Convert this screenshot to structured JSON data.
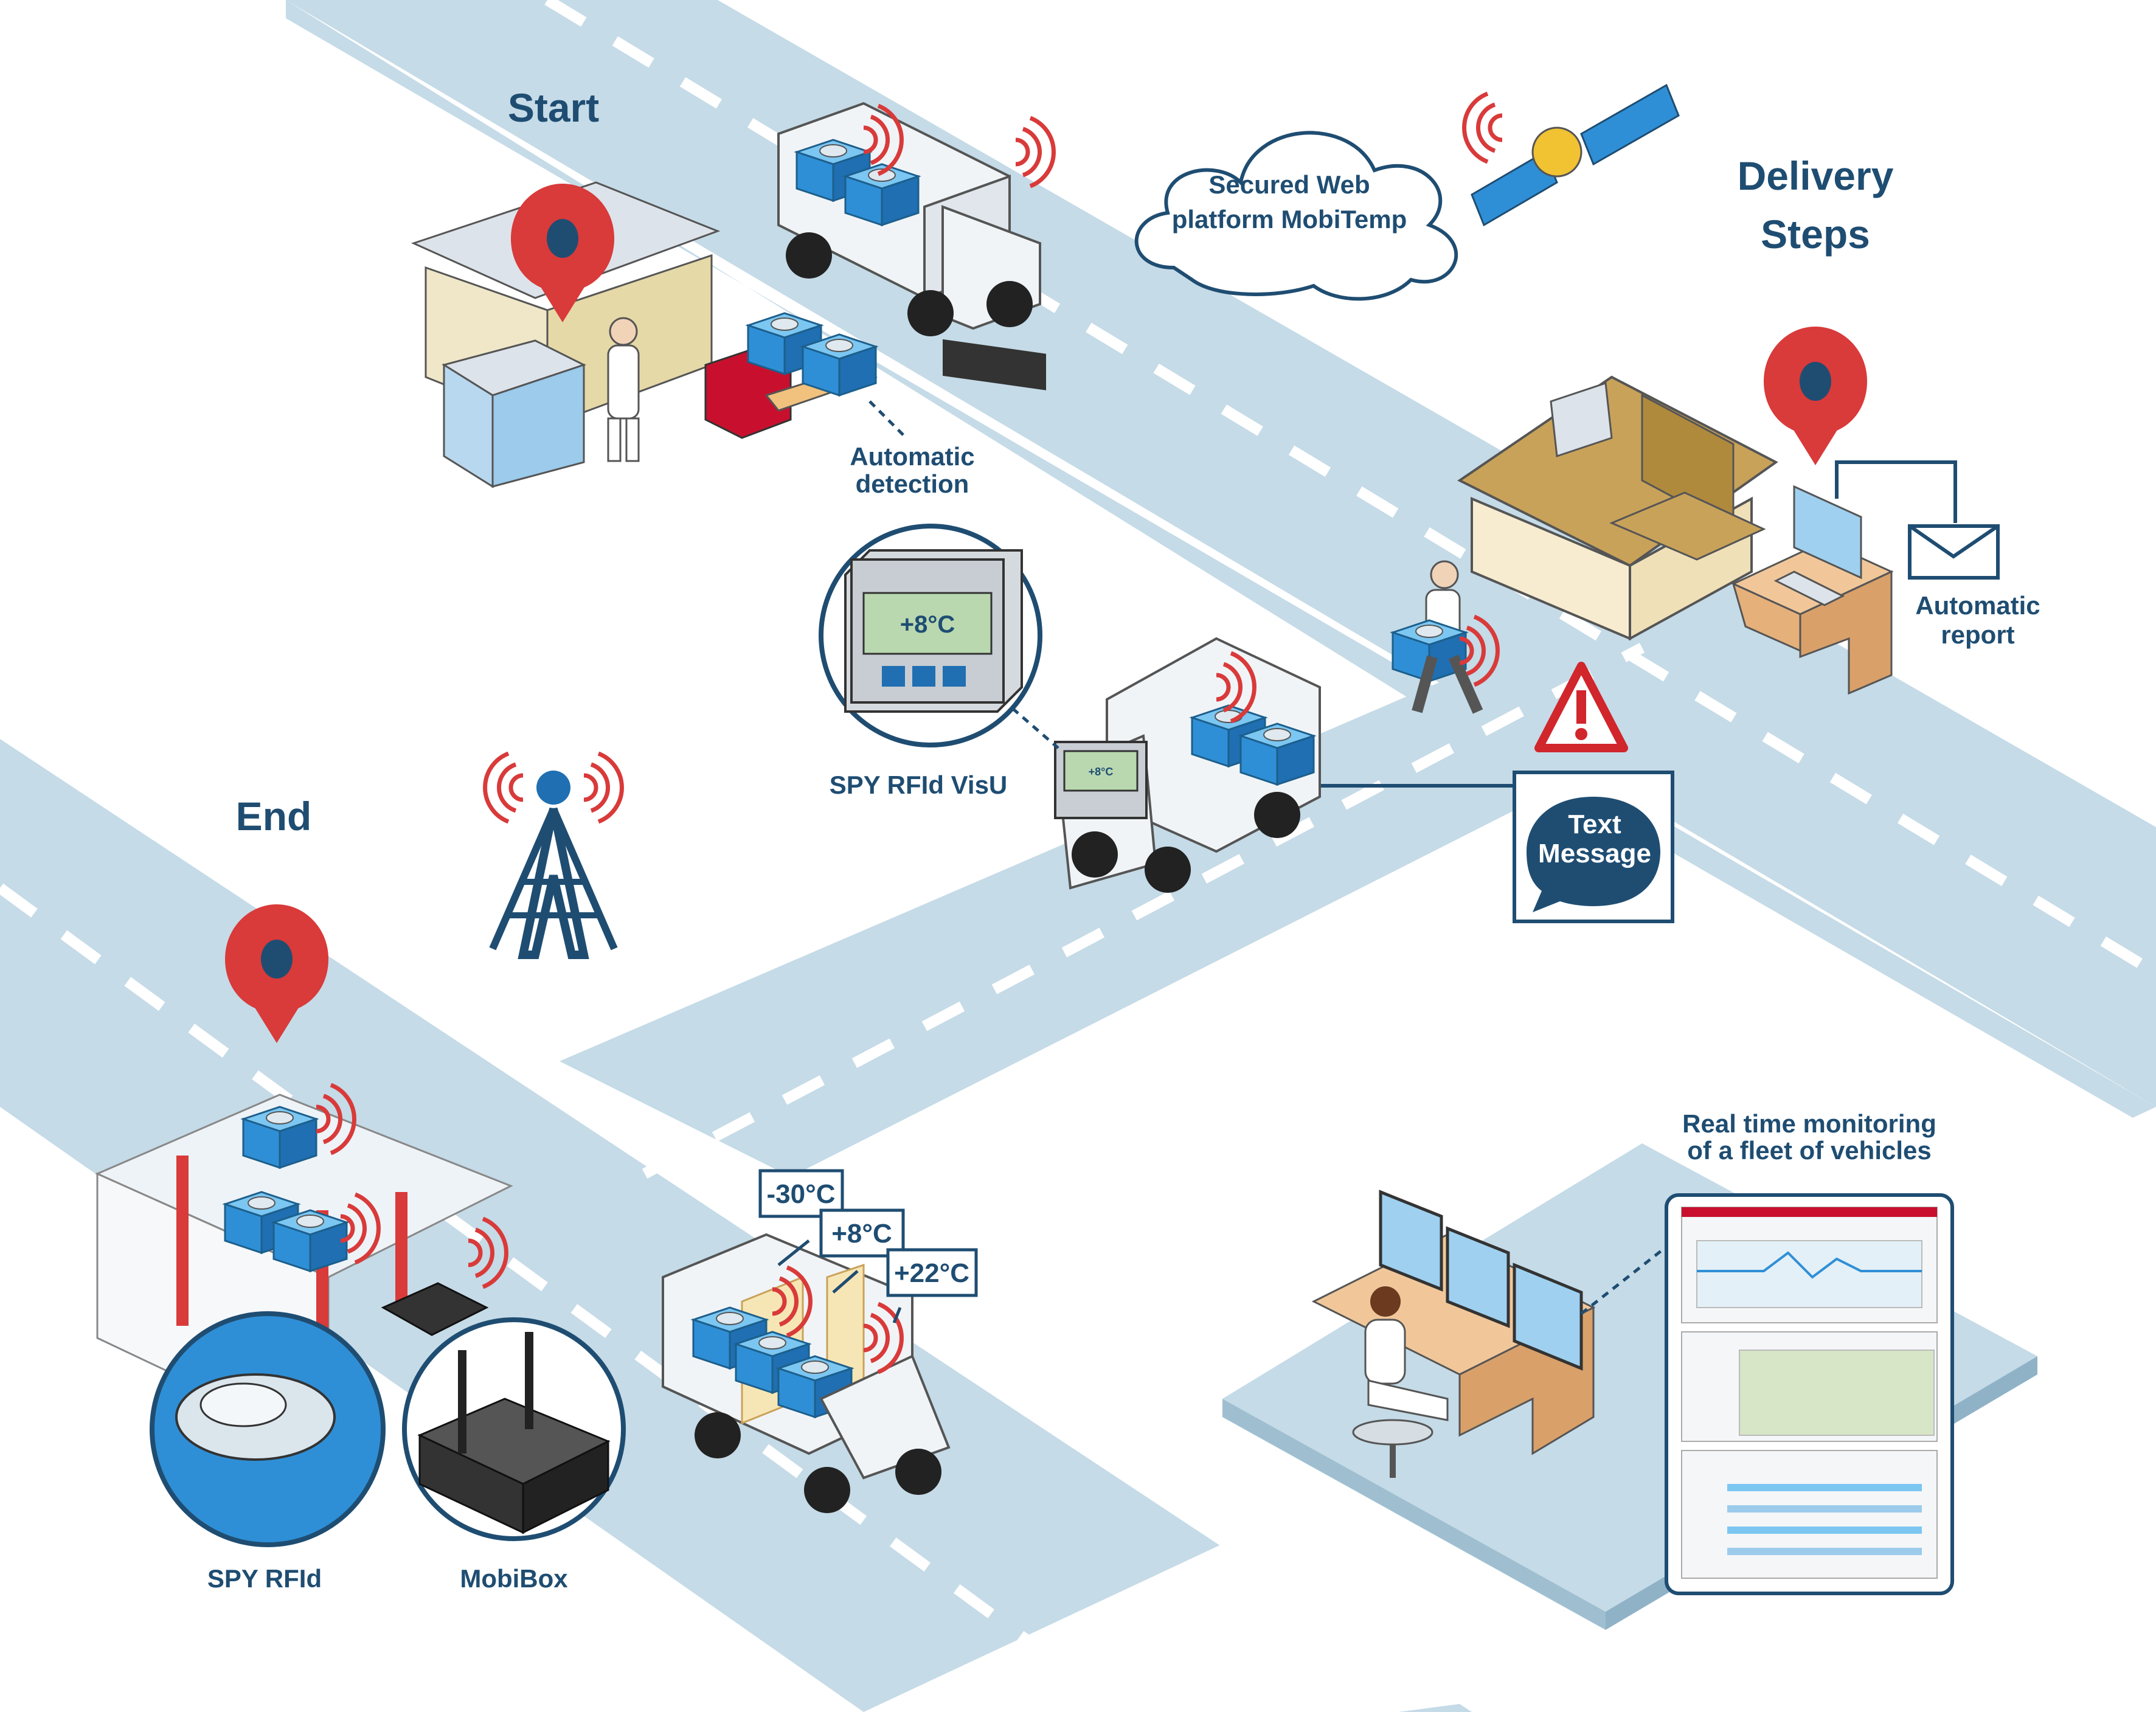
{
  "labels": {
    "start": "Start",
    "delivery_steps_line1": "Delivery",
    "delivery_steps_line2": "Steps",
    "end": "End",
    "automatic_detection_line1": "Automatic",
    "automatic_detection_line2": "detection",
    "secured_web_line1": "Secured Web",
    "secured_web_line2": "platform MobiTemp",
    "spy_rfid_visu": "SPY RFId VisU",
    "automatic_report_line1": "Automatic",
    "automatic_report_line2": "report",
    "text_message_line1": "Text",
    "text_message_line2": "Message",
    "real_time_line1": "Real time monitoring",
    "real_time_line2": "of a fleet of vehicles",
    "spy_rfid": "SPY RFId",
    "mobibox": "MobiBox"
  },
  "display_reading": "+8°C",
  "temperature_zones": [
    "-30°C",
    "+8°C",
    "+22°C"
  ],
  "icons": [
    "location-pin-icon",
    "satellite-icon",
    "cell-tower-icon",
    "warning-triangle-icon",
    "envelope-icon",
    "speech-bubble-icon",
    "cloud-icon",
    "wifi-signal-icon"
  ],
  "colors": {
    "road": "#c5dbe7",
    "label_blue": "#1f4d72",
    "pin_red": "#d93a3a",
    "warning_red": "#d0262c",
    "rfid_blue": "#2f8fd6"
  }
}
